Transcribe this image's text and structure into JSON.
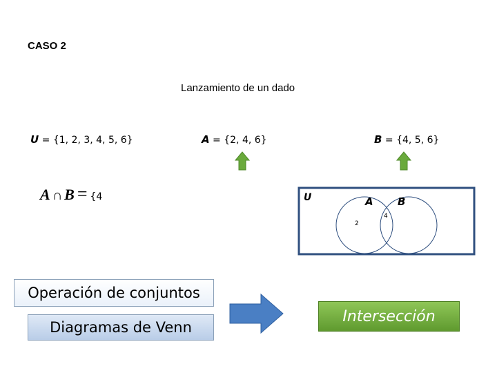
{
  "title": "CASO 2",
  "subtitle": "Lanzamiento de un dado",
  "sets": {
    "u": {
      "name": "U",
      "rest": " = {1, 2, 3, 4, 5, 6}"
    },
    "a": {
      "name": "A",
      "rest": " = {2, 4, 6}"
    },
    "b": {
      "name": "B",
      "rest": " = {4, 5, 6}"
    }
  },
  "intersection": {
    "left": "A",
    "op": "∩",
    "right": "B",
    "eq": "=",
    "value": "{4"
  },
  "venn": {
    "universe_label": "U",
    "circle_a_label": "A",
    "circle_b_label": "B",
    "only_a_element": "2",
    "shared_element": "4"
  },
  "boxes": {
    "operation": "Operación de conjuntos",
    "venn": "Diagramas de Venn",
    "result": "Intersección"
  },
  "colors": {
    "up_arrow": "#6aaa3c",
    "right_arrow": "#4a7fc4",
    "result_box": "#6eaa3c",
    "venn_box_border": "#2f4f7f"
  }
}
